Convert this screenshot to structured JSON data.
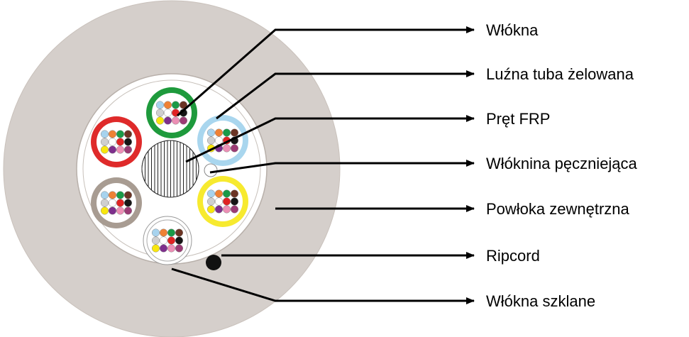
{
  "labels": [
    {
      "key": "fibers",
      "text": "Włókna"
    },
    {
      "key": "loose_tube",
      "text": "Luźna tuba żelowana"
    },
    {
      "key": "frp_rod",
      "text": "Pręt FRP"
    },
    {
      "key": "swelling_tape",
      "text": "Włóknina pęczniejąca"
    },
    {
      "key": "outer_sheath",
      "text": "Powłoka zewnętrzna"
    },
    {
      "key": "ripcord",
      "text": "Ripcord"
    },
    {
      "key": "glass_yarn",
      "text": "Włókna szklane"
    }
  ],
  "colors": {
    "sheath": "#d5cfcb",
    "inner_core": "#ffffff",
    "tube_green": "#1e9a3c",
    "tube_lightblue": "#a9d6ee",
    "tube_red": "#df2a2a",
    "tube_gray": "#a89c92",
    "tube_yellow": "#f7ea2f",
    "tube_white": "#ffffff",
    "ripcord": "#111111",
    "fiber_colors": [
      "#a7d3ee",
      "#ef8135",
      "#1a9a47",
      "#6b3424",
      "#cfcfcf",
      "#ffffff",
      "#e02323",
      "#151515",
      "#f8e60e",
      "#7e2f8c",
      "#ec8fb5",
      "#9b3b74"
    ]
  },
  "loose_tubes": [
    {
      "color_key": "tube_green"
    },
    {
      "color_key": "tube_lightblue"
    },
    {
      "color_key": "tube_yellow"
    },
    {
      "color_key": "tube_white"
    },
    {
      "color_key": "tube_gray"
    },
    {
      "color_key": "tube_red"
    }
  ]
}
